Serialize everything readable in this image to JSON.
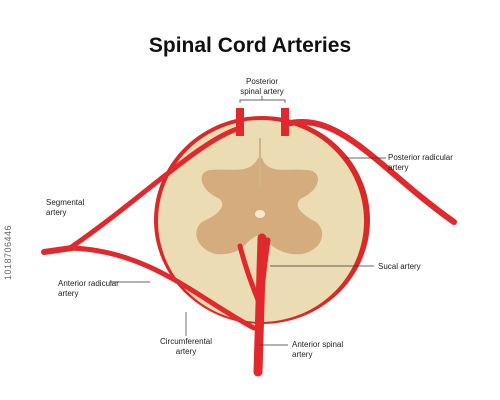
{
  "title": "Spinal Cord Arteries",
  "labels": {
    "posterior_spinal_line1": "Posterior",
    "posterior_spinal_line2": "spinal artery",
    "posterior_radicular_line1": "Posterior radicular",
    "posterior_radicular_line2": "artery",
    "segmental_line1": "Segmental",
    "segmental_line2": "artery",
    "sucal": "Sucal artery",
    "anterior_radicular_line1": "Anterior radicular",
    "anterior_radicular_line2": "artery",
    "circumferental_line1": "Circumferental",
    "circumferental_line2": "artery",
    "anterior_spinal_line1": "Anterior spinal",
    "anterior_spinal_line2": "artery"
  },
  "stock_id": "1018706446",
  "colors": {
    "artery": "#e0282d",
    "white_matter": "#ecdcb4",
    "grey_matter": "#d5ac7d",
    "leader_line": "#333333"
  }
}
